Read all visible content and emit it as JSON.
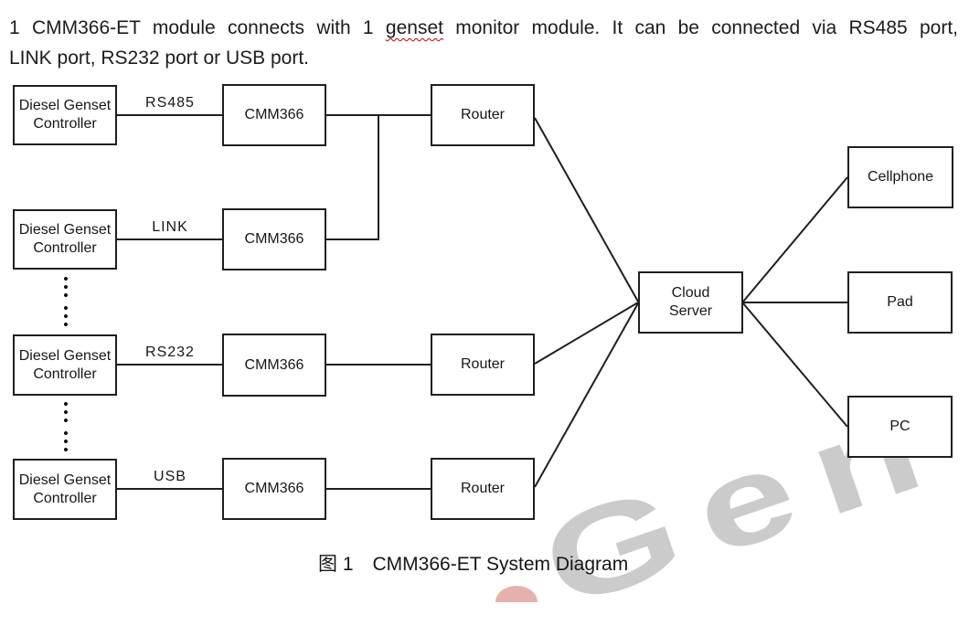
{
  "intro": {
    "line1_part1": "1 CMM366-ET module connects with 1",
    "misspelled_word": "genset",
    "line1_part2": "monitor module. It can be connected via RS485 port,",
    "line2": "LINK port, RS232 port or USB port."
  },
  "diagram": {
    "controllers": [
      {
        "line1": "Diesel Genset",
        "line2": "Controller",
        "port": "RS485"
      },
      {
        "line1": "Diesel Genset",
        "line2": "Controller",
        "port": "LINK"
      },
      {
        "line1": "Diesel Genset",
        "line2": "Controller",
        "port": "RS232"
      },
      {
        "line1": "Diesel Genset",
        "line2": "Controller",
        "port": "USB"
      }
    ],
    "cmm_label": "CMM366",
    "router_label": "Router",
    "cloud_server": {
      "line1": "Cloud",
      "line2": "Server"
    },
    "clients": [
      "Cellphone",
      "Pad",
      "PC"
    ],
    "connections": [
      {
        "from": "diesel-genset-controller-1",
        "to": "cmm366-1",
        "via": "RS485"
      },
      {
        "from": "diesel-genset-controller-2",
        "to": "cmm366-2",
        "via": "LINK"
      },
      {
        "from": "diesel-genset-controller-3",
        "to": "cmm366-3",
        "via": "RS232"
      },
      {
        "from": "diesel-genset-controller-4",
        "to": "cmm366-4",
        "via": "USB"
      },
      {
        "from": "cmm366-1",
        "to": "router-1"
      },
      {
        "from": "cmm366-2",
        "to": "router-1"
      },
      {
        "from": "cmm366-3",
        "to": "router-2"
      },
      {
        "from": "cmm366-4",
        "to": "router-3"
      },
      {
        "from": "router-1",
        "to": "cloud-server"
      },
      {
        "from": "router-2",
        "to": "cloud-server"
      },
      {
        "from": "router-3",
        "to": "cloud-server"
      },
      {
        "from": "cloud-server",
        "to": "cellphone"
      },
      {
        "from": "cloud-server",
        "to": "pad"
      },
      {
        "from": "cloud-server",
        "to": "pc"
      }
    ]
  },
  "caption": {
    "figure_label": "图 1",
    "title": "CMM366-ET System Diagram"
  },
  "watermark": {
    "text": "Gen"
  },
  "colors": {
    "line": "#1f1f1f",
    "text": "#1c1c1c",
    "watermark_gray": "#cbcbcb",
    "spellcheck_underline": "#c00000",
    "logo_red_accent": "#d67d75"
  }
}
